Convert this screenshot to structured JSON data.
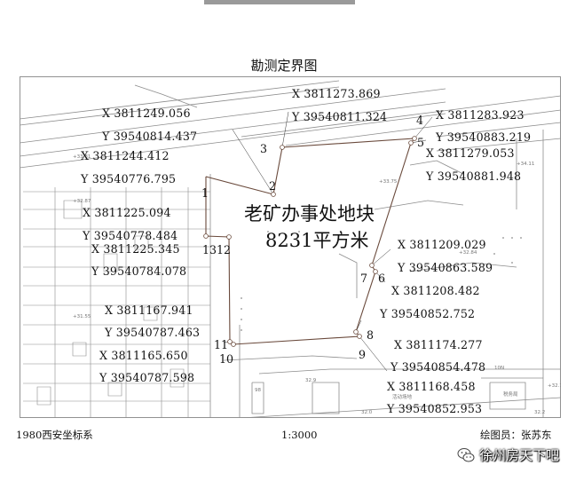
{
  "title": "勘测定界图",
  "parcel": {
    "name": "老矿办事处地块",
    "area": "8231平方米"
  },
  "points": [
    {
      "id": "1",
      "label": "1"
    },
    {
      "id": "2",
      "label": "2"
    },
    {
      "id": "3",
      "label": "3"
    },
    {
      "id": "4",
      "label": "4"
    },
    {
      "id": "5",
      "label": "5"
    },
    {
      "id": "6",
      "label": "6"
    },
    {
      "id": "7",
      "label": "7"
    },
    {
      "id": "8",
      "label": "8"
    },
    {
      "id": "9",
      "label": "9"
    },
    {
      "id": "10",
      "label": "10"
    },
    {
      "id": "11",
      "label": "11"
    },
    {
      "id": "1312",
      "label": "1312"
    }
  ],
  "coords": [
    "X 3811273.869",
    "Y 39540811.324",
    "X 3811249.056",
    "Y 39540814.437",
    "X 3811244.412",
    "Y 39540776.795",
    "X 3811283.923",
    "Y 39540883.219",
    "X 3811279.053",
    "Y 39540881.948",
    "X 3811225.094",
    "Y 39540778.484",
    "X 3811225.345",
    "Y 39540784.078",
    "X 3811209.029",
    "Y 39540863.589",
    "X 3811208.482",
    "Y 39540852.752",
    "X 3811167.941",
    "Y 39540787.463",
    "X 3811165.650",
    "Y 39540787.598",
    "X 3811174.277",
    "Y 39540854.478",
    "X 3811168.458",
    "Y 39540852.953"
  ],
  "footer": {
    "coord_system": "1980西安坐标系",
    "scale": "1:3000",
    "drafter": "绘图员：张苏东"
  },
  "watermark": "徐州房天下吧",
  "colors": {
    "boundary": "#6a4a3c",
    "basemap": "#8c8c8c",
    "ink": "#111111"
  }
}
